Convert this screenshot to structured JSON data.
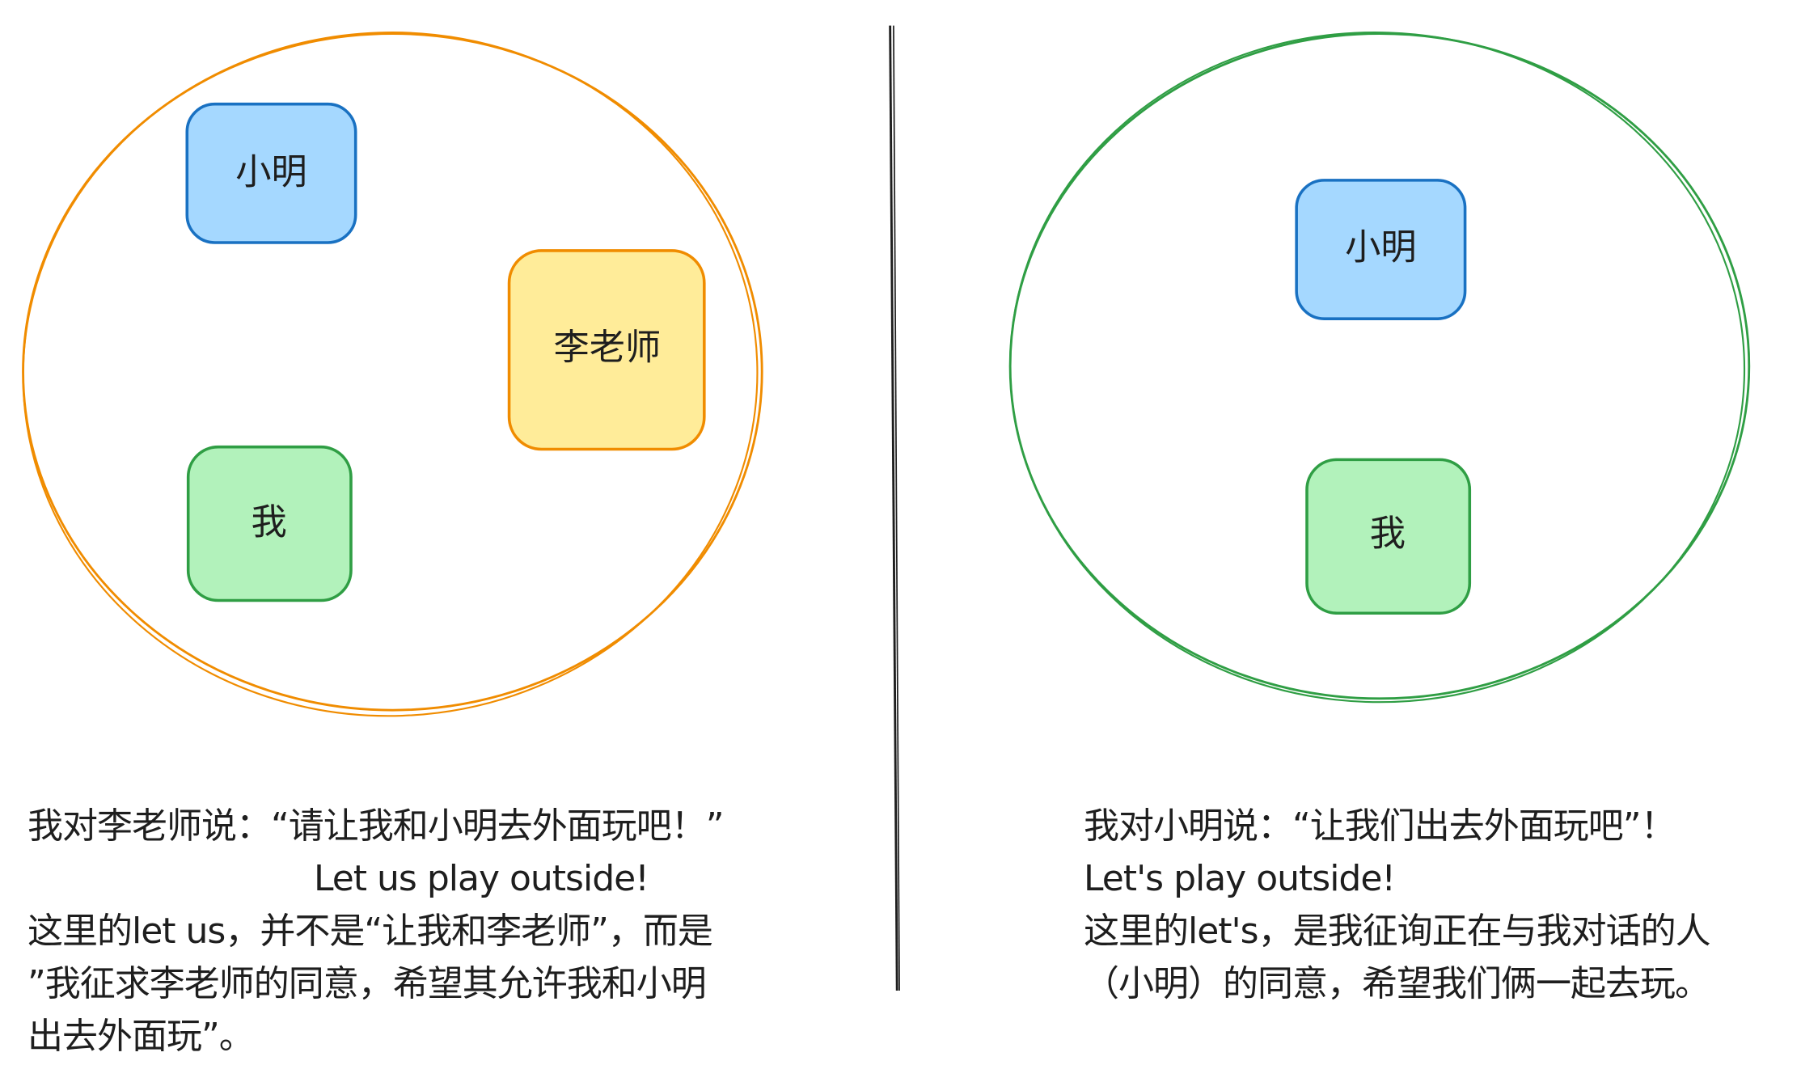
{
  "colors": {
    "orange": "#f08c00",
    "green": "#2f9e44",
    "blue_fill": "#a5d8ff",
    "blue_stroke": "#1971c2",
    "yellow_fill": "#ffec99",
    "green_fill": "#b2f2bb",
    "text": "#1e1e1e"
  },
  "left": {
    "nodes": {
      "xiaoming": "小明",
      "teacher": "李老师",
      "me": "我"
    },
    "lines": [
      "我对李老师说：“请让我和小明去外面玩吧！”",
      "Let us play outside!",
      "这里的let us，并不是“让我和李老师”，而是",
      "”我征求李老师的同意，希望其允许我和小明",
      "出去外面玩”。"
    ]
  },
  "right": {
    "nodes": {
      "xiaoming": "小明",
      "me": "我"
    },
    "lines": [
      "我对小明说：“让我们出去外面玩吧”！",
      "Let's play outside!",
      "这里的let's，是我征询正在与我对话的人",
      "（小明）的同意，希望我们俩一起去玩。"
    ]
  }
}
